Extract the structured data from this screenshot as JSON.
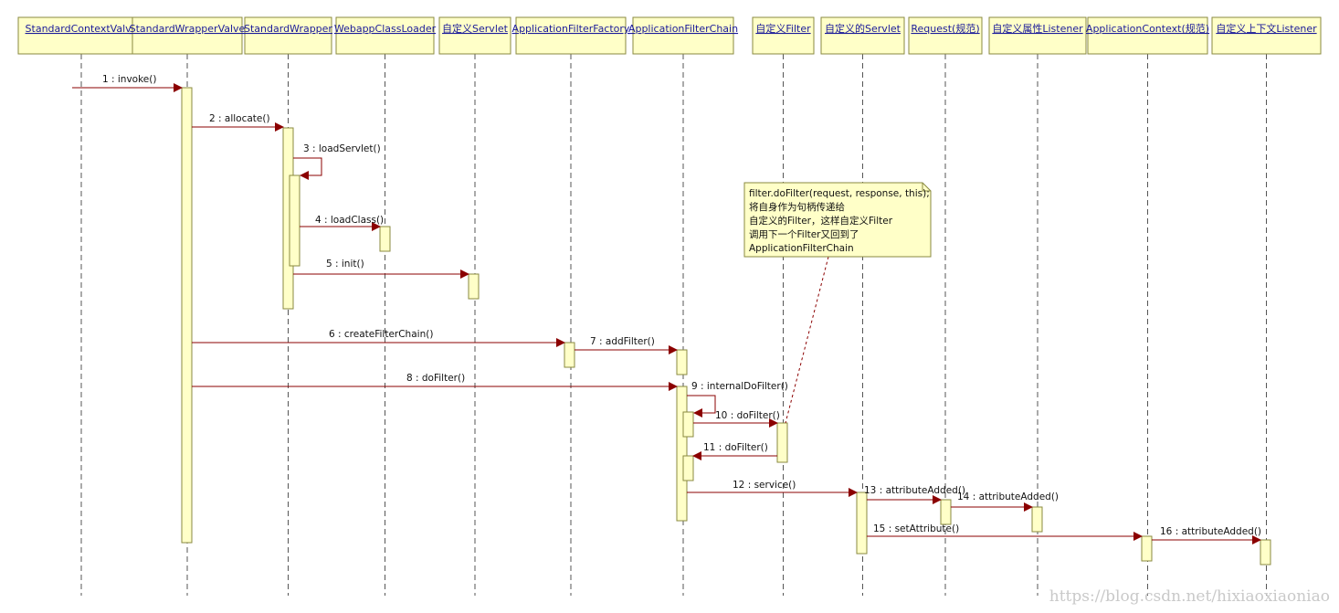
{
  "colors": {
    "box_fill": "#ffffc8",
    "box_stroke": "#8a8a40",
    "lifeline": "#555555",
    "message": "#8b0000",
    "text_link": "#1a1a99",
    "note_fill": "#ffffc8",
    "watermark": "#c9c9c9"
  },
  "participants": [
    {
      "id": "p0",
      "label": "StandardContextValve"
    },
    {
      "id": "p1",
      "label": "StandardWrapperValve"
    },
    {
      "id": "p2",
      "label": "StandardWrapper"
    },
    {
      "id": "p3",
      "label": "WebappClassLoader"
    },
    {
      "id": "p4",
      "label": "自定义Servlet"
    },
    {
      "id": "p5",
      "label": "ApplicationFilterFactory"
    },
    {
      "id": "p6",
      "label": "ApplicationFilterChain"
    },
    {
      "id": "p7",
      "label": "自定义Filter"
    },
    {
      "id": "p8",
      "label": "自定义的Servlet"
    },
    {
      "id": "p9",
      "label": "Request(规范)"
    },
    {
      "id": "p10",
      "label": "自定义属性Listener"
    },
    {
      "id": "p11",
      "label": "ApplicationContext(规范)"
    },
    {
      "id": "p12",
      "label": "自定义上下文Listener"
    }
  ],
  "messages": [
    {
      "label": "1 : invoke()"
    },
    {
      "label": "2 : allocate()"
    },
    {
      "label": "3 : loadServlet()"
    },
    {
      "label": "4 : loadClass()"
    },
    {
      "label": "5 : init()"
    },
    {
      "label": "6 : createFilterChain()"
    },
    {
      "label": "7 : addFilter()"
    },
    {
      "label": "8 : doFilter()"
    },
    {
      "label": "9 : internalDoFilter()"
    },
    {
      "label": "10 : doFilter()"
    },
    {
      "label": "11 : doFilter()"
    },
    {
      "label": "12 : service()"
    },
    {
      "label": "13 : attributeAdded()"
    },
    {
      "label": "14 : attributeAdded()"
    },
    {
      "label": "15 : setAttribute()"
    },
    {
      "label": "16 : attributeAdded()"
    }
  ],
  "note": {
    "lines": [
      "filter.doFilter(request, response, this);",
      "将自身作为句柄传递给",
      "自定义的Filter，这样自定义Filter",
      "调用下一个Filter又回到了",
      "ApplicationFilterChain"
    ]
  },
  "watermark": "https://blog.csdn.net/hixiaoxiaoniao"
}
